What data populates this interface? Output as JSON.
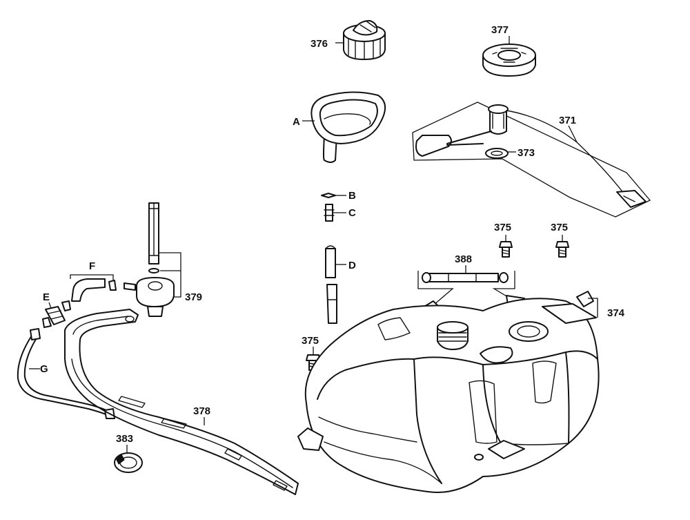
{
  "callouts": {
    "c376": "376",
    "c377": "377",
    "cA": "A",
    "c371": "371",
    "c373": "373",
    "cB": "B",
    "cC": "C",
    "cD": "D",
    "c375a": "375",
    "c375b": "375",
    "c388": "388",
    "c374": "374",
    "c375c": "375",
    "cF": "F",
    "cE": "E",
    "c379": "379",
    "cG": "G",
    "c378": "378",
    "c383": "383"
  }
}
